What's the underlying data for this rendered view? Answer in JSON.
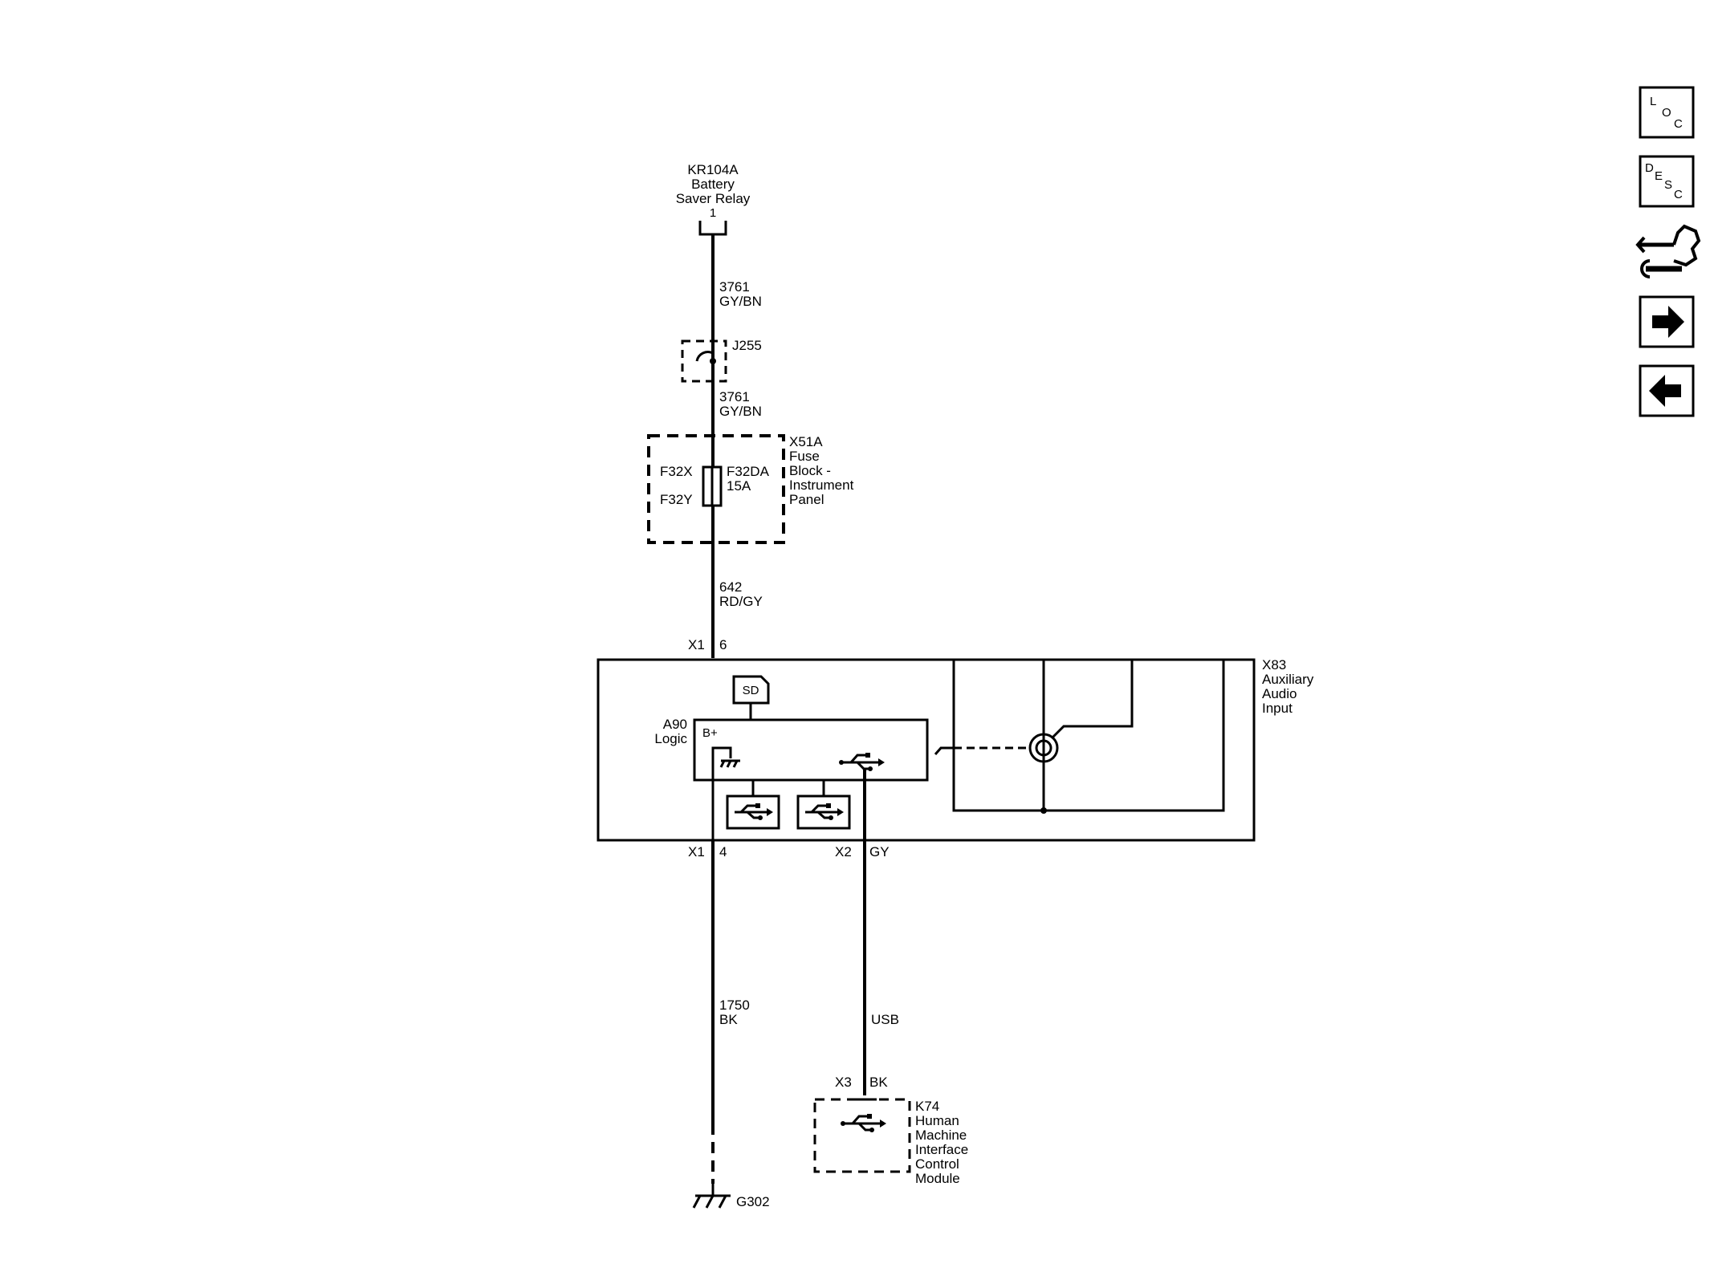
{
  "relay": {
    "id": "KR104A",
    "name1": "Battery",
    "name2": "Saver Relay",
    "pin": "1"
  },
  "wire1": {
    "circuit": "3761",
    "color": "GY/BN"
  },
  "splice": {
    "id": "J255"
  },
  "wire2": {
    "circuit": "3761",
    "color": "GY/BN"
  },
  "fuse_block": {
    "id": "X51A",
    "line1": "Fuse",
    "line2": "Block -",
    "line3": "Instrument",
    "line4": "Panel",
    "pin_in": "F32X",
    "pin_out": "F32Y",
    "fuse_id": "F32DA",
    "fuse_rating": "15A"
  },
  "wire3": {
    "circuit": "642",
    "color": "RD/GY"
  },
  "conn_top": {
    "connector": "X1",
    "pin": "6"
  },
  "module": {
    "id": "X83",
    "line1": "Auxiliary",
    "line2": "Audio",
    "line3": "Input",
    "logic_id": "A90",
    "logic_label": "Logic",
    "bplus": "B+",
    "sd_label": "SD"
  },
  "conn_bottom_left": {
    "connector": "X1",
    "pin": "4"
  },
  "conn_bottom_right": {
    "connector": "X2",
    "pin": "GY"
  },
  "wire4": {
    "circuit": "1750",
    "color": "BK"
  },
  "wire5": {
    "label": "USB"
  },
  "hmi_conn": {
    "connector": "X3",
    "pin": "BK"
  },
  "hmi": {
    "id": "K74",
    "line1": "Human",
    "line2": "Machine",
    "line3": "Interface",
    "line4": "Control",
    "line5": "Module"
  },
  "ground": {
    "id": "G302"
  },
  "nav": {
    "loc_l": "L",
    "loc_o": "O",
    "loc_c": "C",
    "desc_d": "D",
    "desc_e": "E",
    "desc_s": "S",
    "desc_c": "C"
  }
}
